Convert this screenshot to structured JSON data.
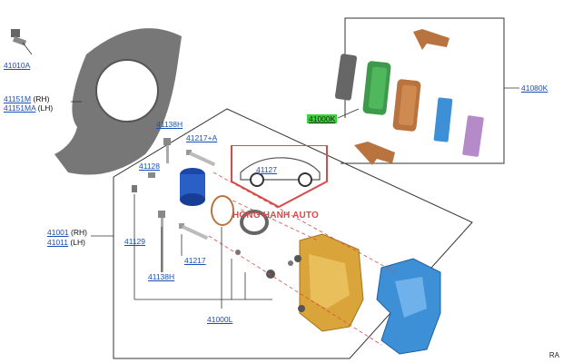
{
  "callouts": {
    "c41010a": "41010A",
    "c41151m": "41151M",
    "c41151m_side": "(RH)",
    "c41151ma": "41151MA",
    "c41151ma_side": "(LH)",
    "c41138h_top": "41138H",
    "c41217a": "41217+A",
    "c41128": "41128",
    "c41127": "41127",
    "c41001": "41001",
    "c41001_side": "(RH)",
    "c41011": "41011",
    "c41011_side": "(LH)",
    "c41129": "41129",
    "c41138h_bottom": "41138H",
    "c41217": "41217",
    "c41000l": "41000L",
    "c41000k": "41000K",
    "c41080k": "41080K"
  },
  "watermark": {
    "text": "HỒNG HẠNH AUTO"
  },
  "corner_text": "RA",
  "colors": {
    "label_blue": "#1a4fb5",
    "highlight_green": "#3ad43a",
    "caliper_gold": "#d9a43a",
    "bracket_blue": "#3d8fd6",
    "pad_green": "#3e9a4a",
    "pad_brown": "#b8733f",
    "shim_purple": "#b48ac8",
    "watermark_red": "#d84a4a"
  }
}
